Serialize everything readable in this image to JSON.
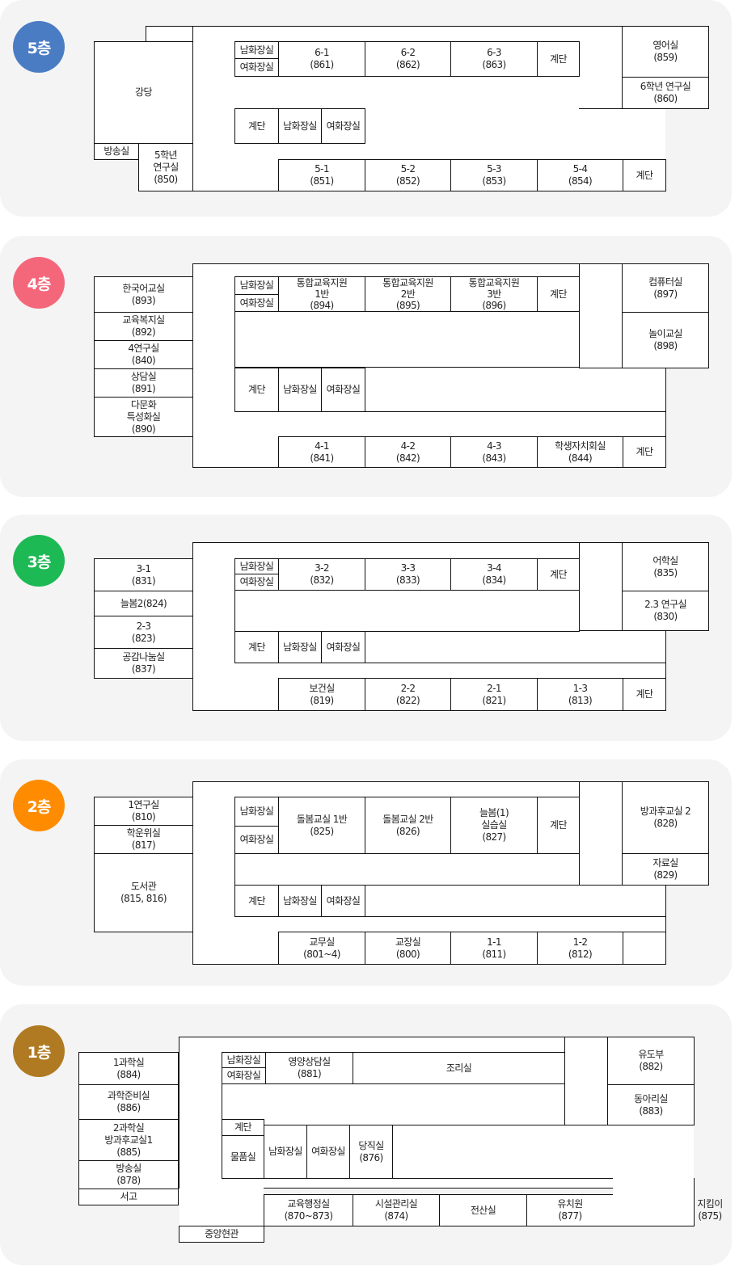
{
  "floors": {
    "f5": {
      "label": "5층",
      "color": "#4a7cc4",
      "rooms": {
        "auditorium": "강당",
        "broadcast": "방송실",
        "lab5": "5학년\n연구실\n(850)",
        "mrest": "남화장실",
        "wrest": "여화장실",
        "c61": "6-1\n(861)",
        "c62": "6-2\n(862)",
        "c63": "6-3\n(863)",
        "stairs_top": "계단",
        "english": "영어실\n(859)",
        "lab6": "6학년 연구실\n(860)",
        "stairs_mid": "계단",
        "mrest2": "남화장실",
        "wrest2": "여화장실",
        "c51": "5-1\n(851)",
        "c52": "5-2\n(852)",
        "c53": "5-3\n(853)",
        "c54": "5-4\n(854)",
        "stairs_bottom": "계단"
      }
    },
    "f4": {
      "label": "4층",
      "color": "#f4677b",
      "rooms": {
        "korean": "한국어교실\n(893)",
        "welfare": "교육복지실\n(892)",
        "lab4": "4연구실\n(840)",
        "counsel": "상담실\n(891)",
        "multicultural": "다문화\n특성화실\n(890)",
        "mrest": "남화장실",
        "wrest": "여화장실",
        "int1": "통합교육지원\n1반\n(894)",
        "int2": "통합교육지원\n2반\n(895)",
        "int3": "통합교육지원\n3반\n(896)",
        "stairs_top": "계단",
        "computer": "컴퓨터실\n(897)",
        "play": "놀이교실\n(898)",
        "stairs_mid": "계단",
        "mrest2": "남화장실",
        "wrest2": "여화장실",
        "c41": "4-1\n(841)",
        "c42": "4-2\n(842)",
        "c43": "4-3\n(843)",
        "council": "학생자치회실\n(844)",
        "stairs_bottom": "계단"
      }
    },
    "f3": {
      "label": "3층",
      "color": "#1db954",
      "rooms": {
        "c31": "3-1\n(831)",
        "care2": "늘봄2(824)",
        "c23": "2-3\n(823)",
        "empathy": "공감나눔실\n(837)",
        "mrest": "남화장실",
        "wrest": "여화장실",
        "c32": "3-2\n(832)",
        "c33": "3-3\n(833)",
        "c34": "3-4\n(834)",
        "stairs_top": "계단",
        "language": "어학실\n(835)",
        "lab23": "2.3 연구실\n(830)",
        "stairs_mid": "계단",
        "mrest2": "남화장실",
        "wrest2": "여화장실",
        "health": "보건실\n(819)",
        "c22": "2-2\n(822)",
        "c21": "2-1\n(821)",
        "c13": "1-3\n(813)",
        "stairs_bottom": "계단"
      }
    },
    "f2": {
      "label": "2층",
      "color": "#ff8c00",
      "rooms": {
        "lab1": "1연구실\n(810)",
        "committee": "학운위실\n(817)",
        "library": "도서관\n(815, 816)",
        "mrest": "남화장실",
        "wrest": "여화장실",
        "care1": "돌봄교실 1반\n(825)",
        "care2": "돌봄교실 2반\n(826)",
        "practice": "늘봄(1)\n실습실\n(827)",
        "stairs_top": "계단",
        "afterschool2": "방과후교실 2\n(828)",
        "materials": "자료실\n(829)",
        "stairs_mid": "계단",
        "mrest2": "남화장실",
        "wrest2": "여화장실",
        "staff": "교무실\n(801~4)",
        "principal": "교장실\n(800)",
        "c11": "1-1\n(811)",
        "c12": "1-2\n(812)",
        "empty": ""
      }
    },
    "f1": {
      "label": "1층",
      "color": "#b07a22",
      "rooms": {
        "sci1": "1과학실\n(884)",
        "sciprep": "과학준비실\n(886)",
        "sci2": "2과학실\n방과후교실1\n(885)",
        "broadcast": "방송실\n(878)",
        "archive": "서고",
        "mrest": "남화장실",
        "wrest": "여화장실",
        "nutrition": "영양상담실\n(881)",
        "kitchen": "조리실",
        "judo": "유도부\n(882)",
        "club": "동아리실\n(883)",
        "stairs": "계단",
        "supply": "물품실",
        "mrest2": "남화장실",
        "wrest2": "여화장실",
        "duty": "당직실\n(876)",
        "admin": "교육행정실\n(870~873)",
        "facility": "시설관리실\n(874)",
        "it": "전산실",
        "kinder": "유치원\n(877)",
        "guard": "지킴이\n(875)",
        "entrance": "중앙현관"
      }
    }
  }
}
